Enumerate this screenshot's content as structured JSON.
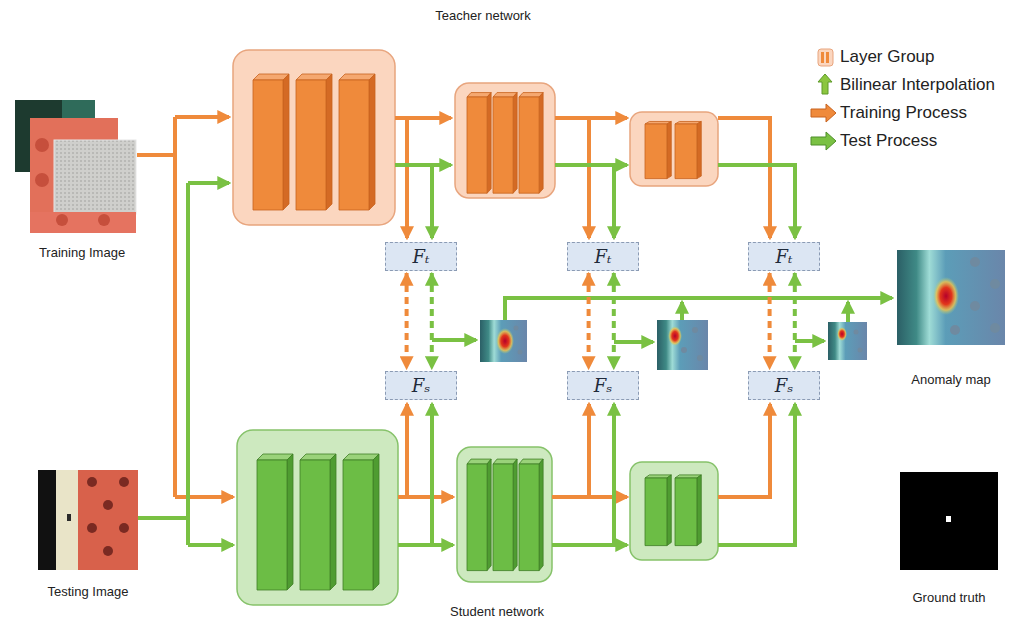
{
  "diagram": {
    "nodes": [
      {
        "text": [
          "Fₜ"
        ]
      },
      {
        "text": [
          "Fₜ"
        ]
      },
      {
        "text": [
          "Fₜ"
        ]
      },
      {
        "text": [
          "Fₛ"
        ]
      },
      {
        "text": [
          "Fₛ"
        ]
      },
      {
        "text": [
          "Fₛ"
        ]
      }
    ],
    "edges": [
      {
        "from": 0,
        "to": 3,
        "arrow": "both"
      },
      {
        "from": 0,
        "to": 3,
        "arrow": "both"
      },
      {
        "from": 1,
        "to": 4,
        "arrow": "both"
      },
      {
        "from": 1,
        "to": 4,
        "arrow": "both"
      },
      {
        "from": 2,
        "to": 5,
        "arrow": "both"
      },
      {
        "from": 2,
        "to": 5,
        "arrow": "both"
      }
    ],
    "labels": [
      "Teacher network",
      "Training Image",
      "Testing Image",
      "Anomaly map",
      "Ground truth",
      "Student network"
    ],
    "legend": [
      {
        "text": "Layer Group"
      },
      {
        "text": "Bilinear Interpolation"
      },
      {
        "text": "Training Process"
      },
      {
        "text": "Test Process"
      }
    ]
  }
}
